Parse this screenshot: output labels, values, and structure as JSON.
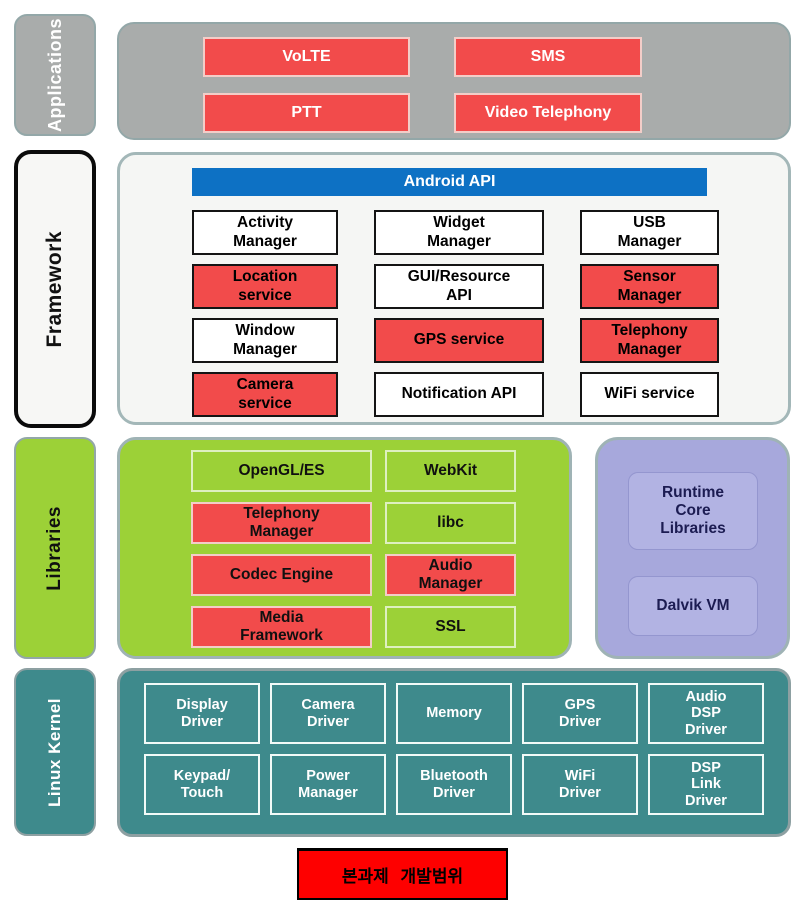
{
  "colors": {
    "highlight_red": "#f24b4b",
    "legend_red": "#fe0000",
    "android_api_blue": "#0d71c4",
    "applications_gray": "#a9acab",
    "libraries_green": "#9cd137",
    "runtime_purple": "#a7a8dc",
    "kernel_teal": "#3e8a8c"
  },
  "sidebar": {
    "applications_label": "Applications",
    "framework_label": "Framework",
    "libraries_label": "Libraries",
    "kernel_label": "Linux Kernel"
  },
  "applications": {
    "items": [
      {
        "label": "VoLTE",
        "highlighted": true
      },
      {
        "label": "SMS",
        "highlighted": true
      },
      {
        "label": "PTT",
        "highlighted": true
      },
      {
        "label": "Video Telephony",
        "highlighted": true
      }
    ]
  },
  "framework": {
    "header_label": "Android API",
    "items": [
      {
        "label": "Activity\nManager",
        "highlighted": false
      },
      {
        "label": "Widget\nManager",
        "highlighted": false
      },
      {
        "label": "USB\nManager",
        "highlighted": false
      },
      {
        "label": "Location\nservice",
        "highlighted": true
      },
      {
        "label": "GUI/Resource\nAPI",
        "highlighted": false
      },
      {
        "label": "Sensor\nManager",
        "highlighted": true
      },
      {
        "label": "Window\nManager",
        "highlighted": false
      },
      {
        "label": "GPS service",
        "highlighted": true
      },
      {
        "label": "Telephony\nManager",
        "highlighted": true
      },
      {
        "label": "Camera\nservice",
        "highlighted": true
      },
      {
        "label": "Notification API",
        "highlighted": false
      },
      {
        "label": "WiFi service",
        "highlighted": false
      }
    ]
  },
  "libraries": {
    "items": [
      {
        "label": "OpenGL/ES",
        "highlighted": false
      },
      {
        "label": "WebKit",
        "highlighted": false
      },
      {
        "label": "Telephony\nManager",
        "highlighted": true
      },
      {
        "label": "libc",
        "highlighted": false
      },
      {
        "label": "Codec Engine",
        "highlighted": true
      },
      {
        "label": "Audio\nManager",
        "highlighted": true
      },
      {
        "label": "Media\nFramework",
        "highlighted": true
      },
      {
        "label": "SSL",
        "highlighted": false
      }
    ]
  },
  "runtime": {
    "items": [
      {
        "label": "Runtime\nCore\nLibraries"
      },
      {
        "label": "Dalvik VM"
      }
    ]
  },
  "kernel": {
    "items": [
      {
        "label": "Display\nDriver"
      },
      {
        "label": "Camera\nDriver"
      },
      {
        "label": "Memory"
      },
      {
        "label": "GPS\nDriver"
      },
      {
        "label": "Audio\nDSP\nDriver"
      },
      {
        "label": "Keypad/\nTouch"
      },
      {
        "label": "Power\nManager"
      },
      {
        "label": "Bluetooth\nDriver"
      },
      {
        "label": "WiFi\nDriver"
      },
      {
        "label": "DSP\nLink\nDriver"
      }
    ]
  },
  "legend": {
    "label": "본과제 개발범위"
  }
}
